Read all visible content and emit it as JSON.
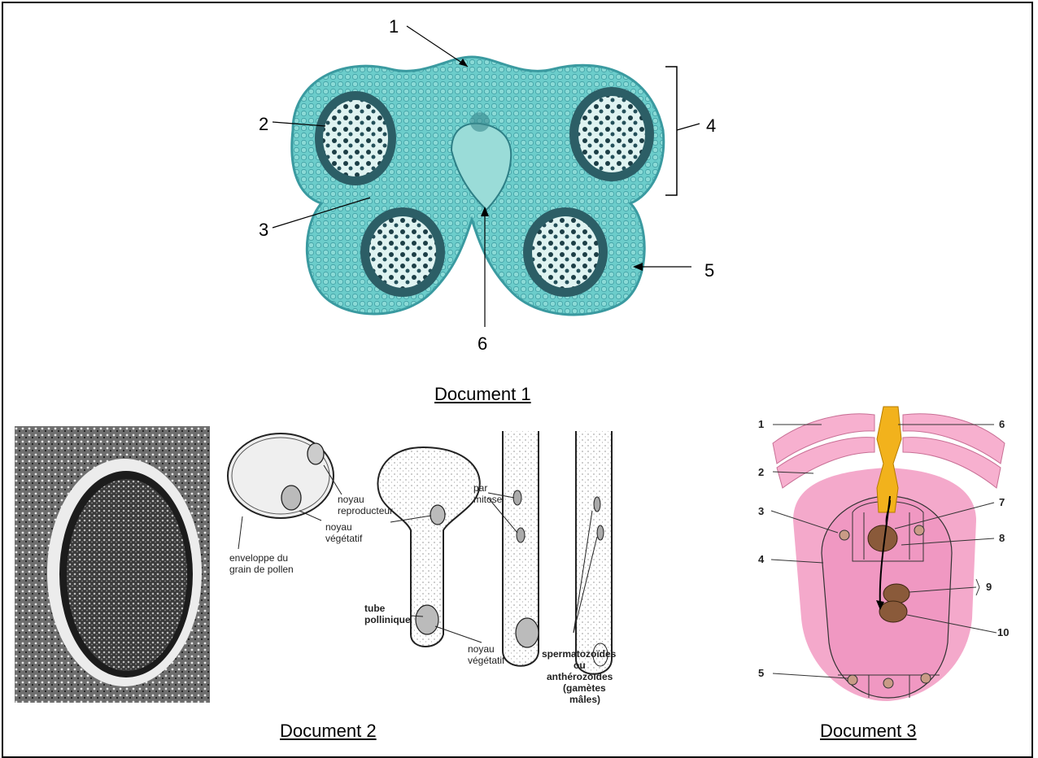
{
  "document1": {
    "title": "Document 1",
    "labels": [
      "1",
      "2",
      "3",
      "4",
      "5",
      "6"
    ]
  },
  "document2": {
    "title": "Document 2",
    "annotations": {
      "envelope": [
        "enveloppe du",
        "grain de pollen"
      ],
      "noyau_reproducteur": [
        "noyau",
        "reproducteur"
      ],
      "noyau_vegetatif_top": [
        "noyau",
        "végétatif"
      ],
      "par_mitose": [
        "par",
        "mitose"
      ],
      "tube_pollinique": [
        "tube",
        "pollinique"
      ],
      "noyau_vegetatif_bottom": [
        "noyau",
        "végétatif"
      ],
      "spermatozoides": [
        "spermatozoïdes",
        "ou",
        "anthérozoïdes",
        "(gamètes",
        "mâles)"
      ]
    }
  },
  "document3": {
    "title": "Document 3",
    "labels": [
      "1",
      "2",
      "3",
      "4",
      "5",
      "6",
      "7",
      "8",
      "9",
      "10"
    ]
  },
  "colors": {
    "tissue_teal": "#5fc6c4",
    "tissue_dark": "#1f5f6a",
    "ovule_pink": "#f0a7c8",
    "pollen_tube_yellow": "#f2b21c"
  }
}
